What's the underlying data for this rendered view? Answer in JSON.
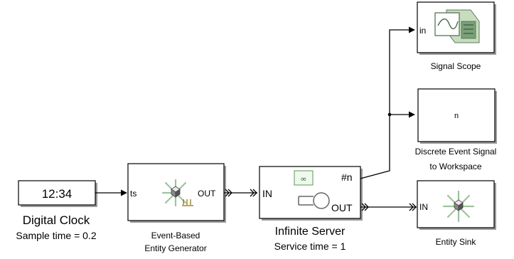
{
  "blocks": {
    "digital_clock": {
      "display": "12:34",
      "name": "Digital Clock",
      "param": "Sample time = 0.2"
    },
    "entity_generator": {
      "name_line1": "Event-Based",
      "name_line2": "Entity Generator",
      "in_port": "ts",
      "out_port": "OUT"
    },
    "infinite_server": {
      "name": "Infinite Server",
      "param": "Service time = 1",
      "in_port": "IN",
      "out_port": "OUT",
      "count_port": "#n"
    },
    "signal_scope": {
      "name": "Signal Scope",
      "in_port": "in"
    },
    "workspace": {
      "display": "n",
      "name_line1": "Discrete Event Signal",
      "name_line2": "to Workspace"
    },
    "entity_sink": {
      "name": "Entity Sink",
      "in_port": "IN"
    }
  }
}
